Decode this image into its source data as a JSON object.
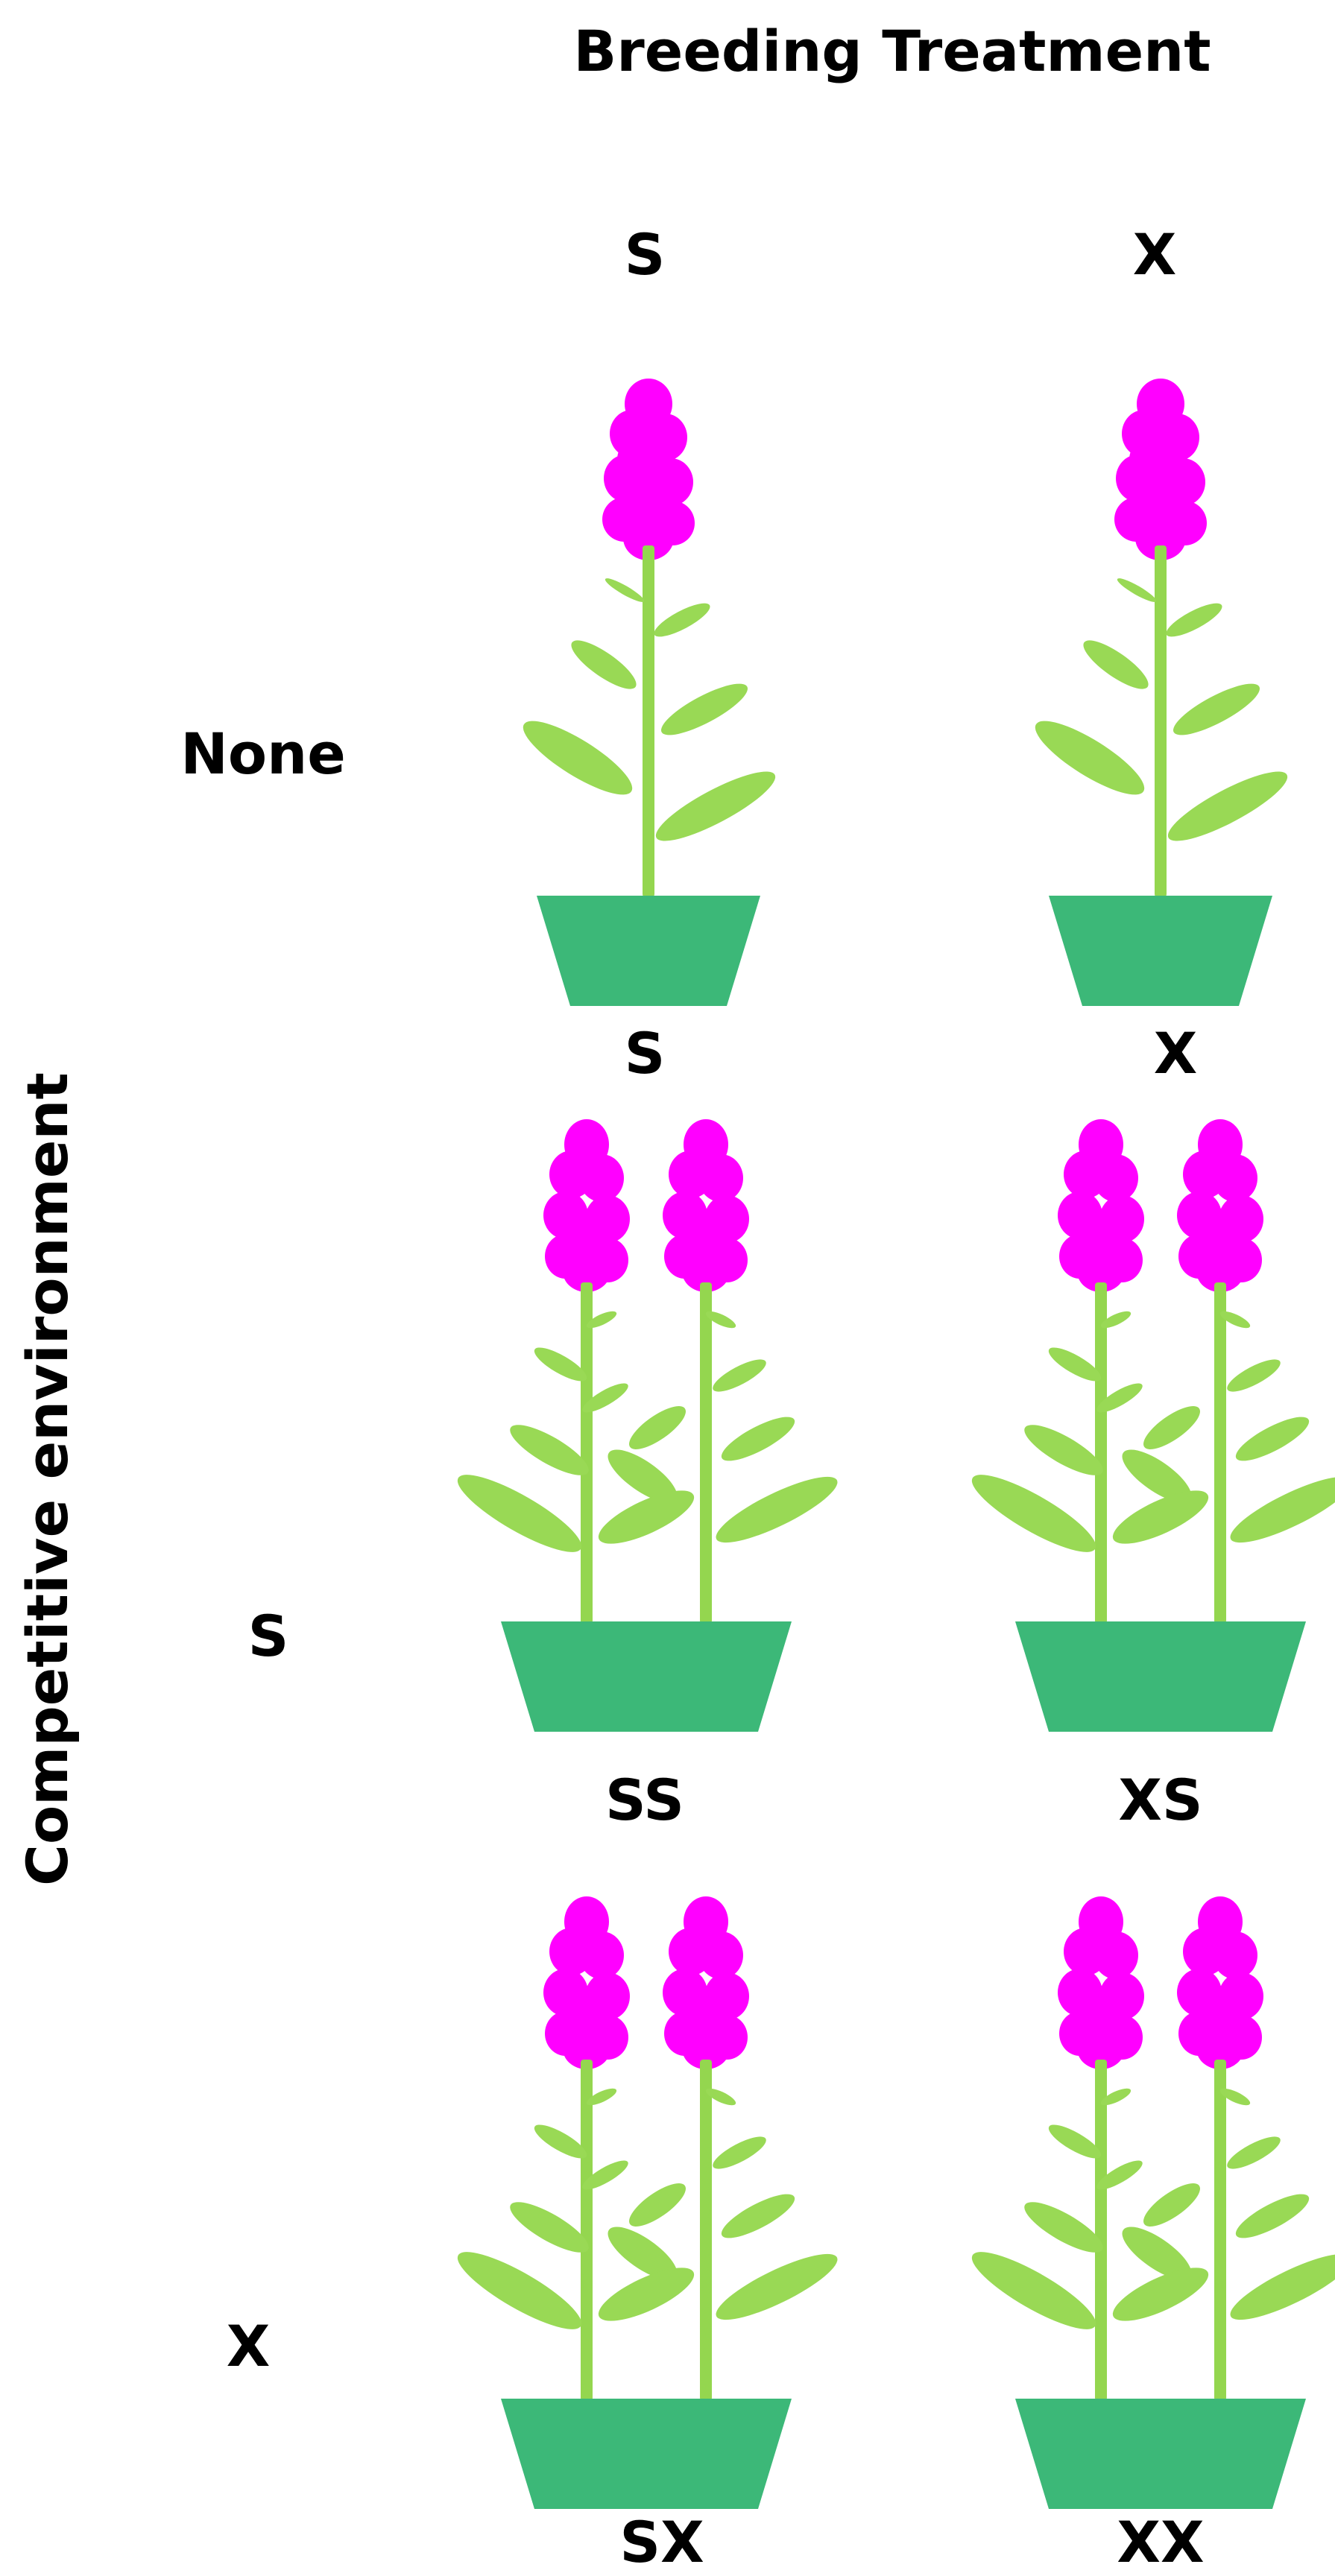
{
  "title": "Breeding Treatment",
  "y_axis_label": "Competitive environment",
  "columns": [
    "S",
    "X"
  ],
  "rows": [
    "None",
    "S",
    "X"
  ],
  "cells": [
    [
      "S",
      "X"
    ],
    [
      "SS",
      "XS"
    ],
    [
      "SX",
      "XX"
    ]
  ],
  "colors": {
    "flower": "#ff00ff",
    "stem": "#94d64f",
    "leaf": "#99d955",
    "pot": "#3cb878",
    "text": "#000000"
  }
}
